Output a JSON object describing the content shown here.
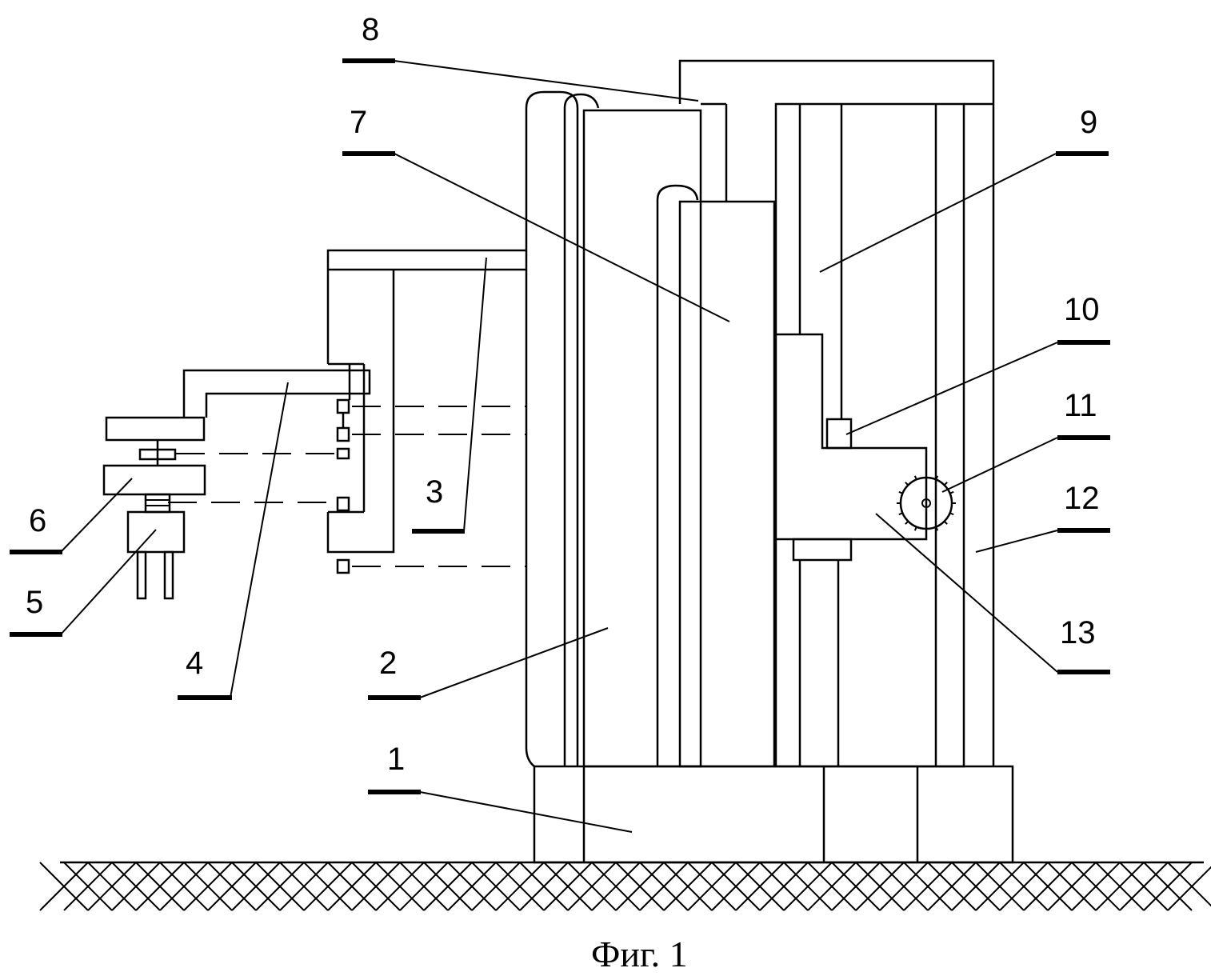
{
  "figure": {
    "caption": "Фиг. 1",
    "labels": [
      {
        "id": "1",
        "text": "1"
      },
      {
        "id": "2",
        "text": "2"
      },
      {
        "id": "3",
        "text": "3"
      },
      {
        "id": "4",
        "text": "4"
      },
      {
        "id": "5",
        "text": "5"
      },
      {
        "id": "6",
        "text": "6"
      },
      {
        "id": "7",
        "text": "7"
      },
      {
        "id": "8",
        "text": "8"
      },
      {
        "id": "9",
        "text": "9"
      },
      {
        "id": "10",
        "text": "10"
      },
      {
        "id": "11",
        "text": "11"
      },
      {
        "id": "12",
        "text": "12"
      },
      {
        "id": "13",
        "text": "13"
      }
    ]
  }
}
